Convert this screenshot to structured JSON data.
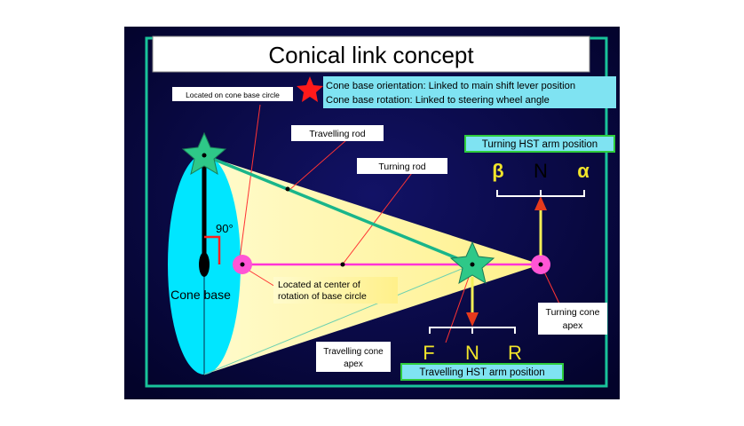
{
  "title": "Conical link concept",
  "legend": {
    "line1": "Cone base orientation: Linked to main shift  lever position",
    "line2": "Cone base rotation: Linked to steering wheel angle"
  },
  "labels": {
    "cone_base_circle": "Located on cone base circle",
    "travelling_rod": "Travelling rod",
    "turning_rod": "Turning rod",
    "angle": "90°",
    "cone_base": "Cone base",
    "center_rotation_1": "Located at center of",
    "center_rotation_2": "rotation of base circle",
    "turning_cone_apex_1": "Turning cone",
    "turning_cone_apex_2": "apex",
    "travelling_cone_apex_1": "Travelling cone",
    "travelling_cone_apex_2": "apex"
  },
  "turning_hst": {
    "title": "Turning HST arm position",
    "positions": [
      "β",
      "N",
      "α"
    ]
  },
  "travelling_hst": {
    "title": "Travelling  HST arm position",
    "positions": [
      "F",
      "N",
      "R"
    ]
  },
  "colors": {
    "background": "#06063a",
    "border": "#19c39a",
    "cone_base": "#00e6ff",
    "cone_fill": "#fff8a8",
    "axis": "#ff33d6",
    "pivot": "#ff55d5",
    "arrow": "#f2ee55",
    "arrow_head": "#e63a1c",
    "star_green": "#2ec888",
    "star_red": "#ff1a1a",
    "hst_box_bg": "#7fe3f2",
    "hst_box_border": "#2ecc3c",
    "greek_letters": "#f0e42a"
  }
}
